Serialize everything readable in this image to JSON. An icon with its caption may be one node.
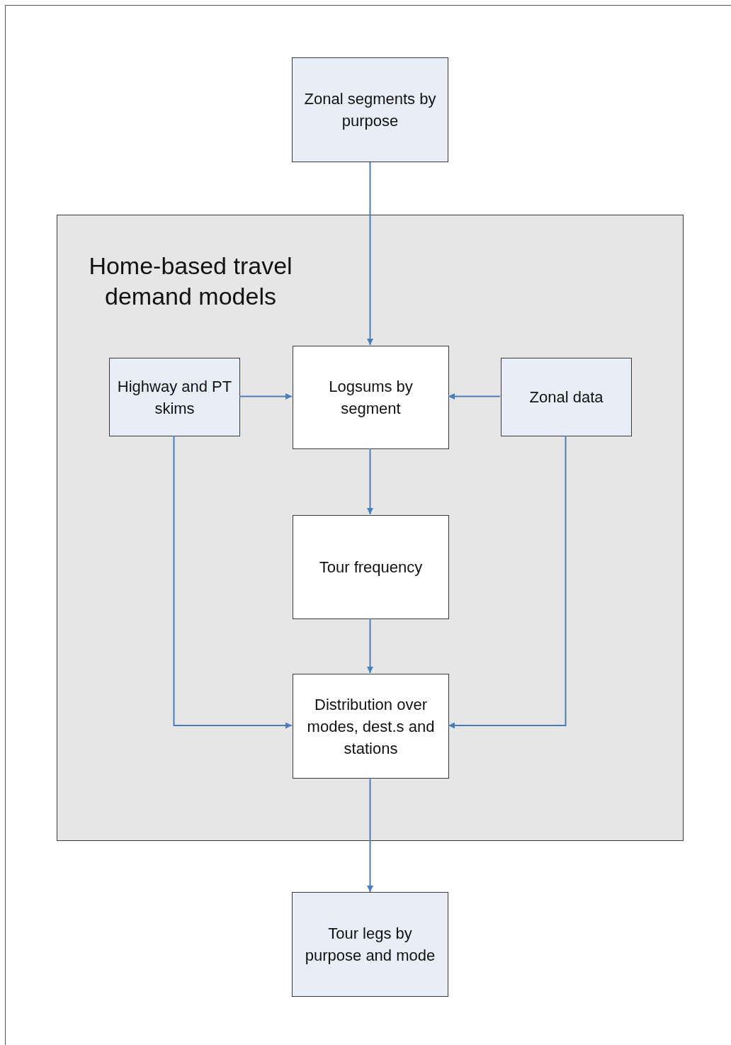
{
  "diagram": {
    "nodes": [
      {
        "text": [
          "Zonal segments by purpose"
        ]
      },
      {
        "text": [
          "Home-based travel demand models"
        ]
      },
      {
        "text": [
          "Highway and PT skims"
        ],
        "in": 1
      },
      {
        "text": [
          "Logsums by segment"
        ],
        "in": 1
      },
      {
        "text": [
          "Zonal data"
        ],
        "in": 1
      },
      {
        "text": [
          "Tour frequency"
        ],
        "in": 1
      },
      {
        "text": [
          "Distribution over modes, dest.s and stations"
        ],
        "in": 1
      },
      {
        "text": [
          "Tour legs by purpose and mode"
        ]
      }
    ],
    "edges": [
      {
        "from": 0,
        "to": 3,
        "arrow": "to"
      },
      {
        "from": 2,
        "to": 3,
        "arrow": "to"
      },
      {
        "from": 4,
        "to": 3,
        "arrow": "to"
      },
      {
        "from": 3,
        "to": 5,
        "arrow": "to"
      },
      {
        "from": 5,
        "to": 6,
        "arrow": "to"
      },
      {
        "from": 2,
        "to": 6,
        "arrow": "to"
      },
      {
        "from": 4,
        "to": 6,
        "arrow": "to"
      },
      {
        "from": 6,
        "to": 7,
        "arrow": "to"
      }
    ]
  }
}
